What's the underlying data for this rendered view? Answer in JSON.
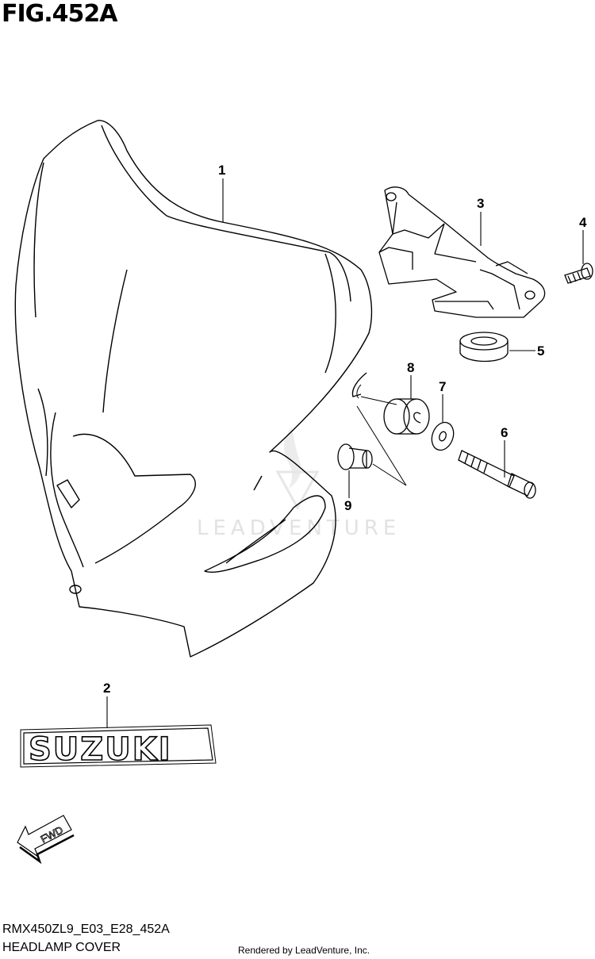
{
  "figure": {
    "title": "FIG.452A"
  },
  "callouts": [
    "1",
    "2",
    "3",
    "4",
    "5",
    "6",
    "7",
    "8",
    "9"
  ],
  "emblem": {
    "text": "SUZUKI"
  },
  "direction_marker": {
    "text": "FWD"
  },
  "watermark": {
    "text": "LEADVENTURE"
  },
  "footer": {
    "code": "RMX450ZL9_E03_E28_452A",
    "name": "HEADLAMP COVER",
    "rendered": "Rendered by LeadVenture, Inc."
  }
}
